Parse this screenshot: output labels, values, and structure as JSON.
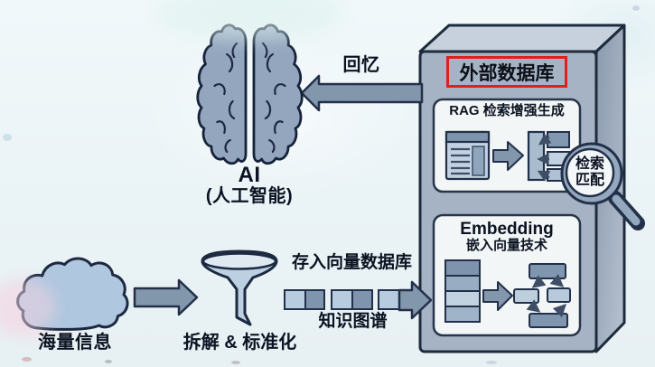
{
  "brain": {
    "label": "AI",
    "sublabel": "(人工智能)"
  },
  "recall_arrow": {
    "label": "回忆"
  },
  "external_db": {
    "title": "外部数据库",
    "rag": {
      "title": "RAG 检索增强生成"
    },
    "magnifier": {
      "line1": "检索",
      "line2": "匹配"
    },
    "embedding": {
      "title": "Embedding",
      "subtitle": "嵌入向量技术"
    }
  },
  "pipeline": {
    "cloud_label": "海量信息",
    "funnel_label": "拆解 & 标准化",
    "store_label": "存入向量数据库",
    "kg_label": "知识图谱"
  },
  "icons": [
    "brain-icon",
    "cloud-icon",
    "funnel-icon",
    "document-icon",
    "vector-store-icon",
    "magnifier-icon",
    "database-stack-icon",
    "graph-nodes-icon",
    "arrow-right-icon",
    "arrow-left-icon"
  ],
  "colors": {
    "background": "#ecf4f6",
    "outline": "#1c2940",
    "shape_fill": "#93a6be",
    "box_front": "#a6b3c5",
    "box_top": "#c7d1de",
    "box_side": "#8a99ae",
    "card_bg": "#f3f6f6",
    "arrow_fill": "#8296ac",
    "accent_red": "#e0201b",
    "block_light": "#b7ccde",
    "block_dark": "#7e95ad",
    "text": "#0b1322"
  }
}
